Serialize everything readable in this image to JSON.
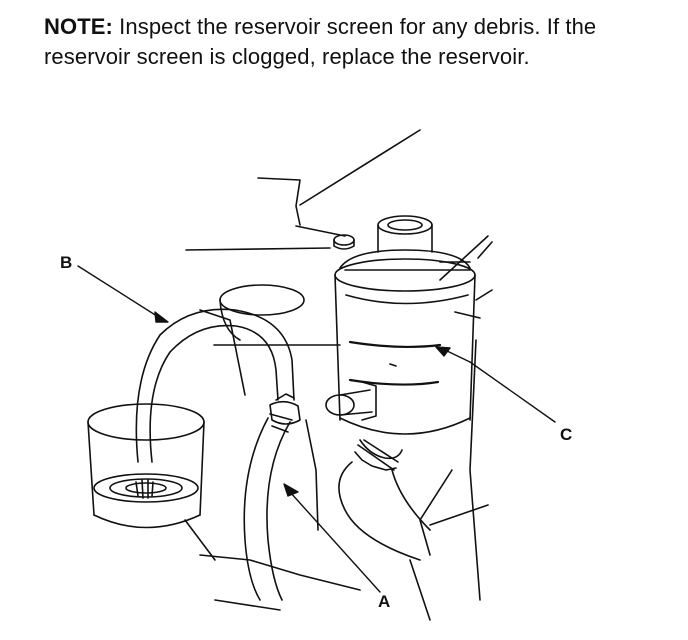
{
  "note": {
    "label": "NOTE:",
    "text": " Inspect the reservoir screen for any debris. If the reservoir screen is clogged, replace the reservoir."
  },
  "callouts": {
    "a": "A",
    "b": "B",
    "c": "C"
  },
  "colors": {
    "ink": "#111111",
    "paper": "#ffffff"
  }
}
